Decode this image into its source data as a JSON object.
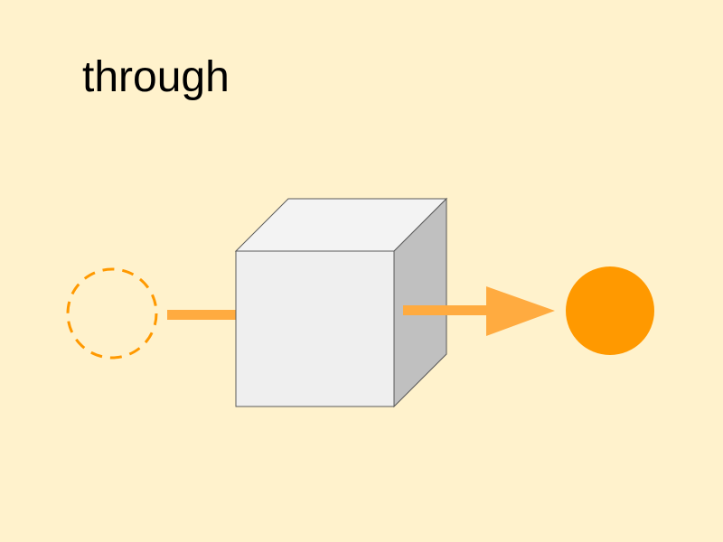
{
  "caption": {
    "text": "through"
  },
  "colors": {
    "background": "#fff2cc",
    "accent_orange": "#ff9900",
    "arrow_orange": "#ffab40",
    "cube_front": "#efefef",
    "cube_top": "#f3f3f3",
    "cube_side": "#c0c0c0",
    "cube_outline": "#595959",
    "text": "#000000"
  },
  "diagram": {
    "input_marker": "dashed-circle",
    "object": "cube",
    "output_marker": "filled-circle",
    "arrow_direction": "right"
  }
}
